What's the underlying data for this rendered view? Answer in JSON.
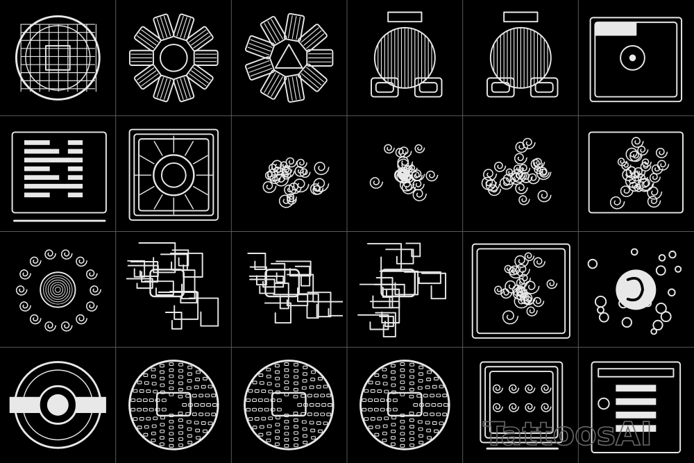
{
  "image": {
    "background": "#000000",
    "line_color": "#e8e8e8",
    "grid_color": "#5a5a5a",
    "rows": 4,
    "cols": 6
  },
  "tiles": [
    {
      "motif": "wheel-grid"
    },
    {
      "motif": "petal-ring"
    },
    {
      "motif": "petal-ring-open"
    },
    {
      "motif": "hatched-orb"
    },
    {
      "motif": "hatched-orb"
    },
    {
      "motif": "panel-frame"
    },
    {
      "motif": "bars-panel"
    },
    {
      "motif": "maze-medallion"
    },
    {
      "motif": "swirl-cloud"
    },
    {
      "motif": "swirl-cloud"
    },
    {
      "motif": "swirl-cloud"
    },
    {
      "motif": "panel-swirl"
    },
    {
      "motif": "ring-dots"
    },
    {
      "motif": "maze-circuit"
    },
    {
      "motif": "maze-circuit"
    },
    {
      "motif": "maze-circuit"
    },
    {
      "motif": "maze-swirl"
    },
    {
      "motif": "scatter-dots"
    },
    {
      "motif": "target-ring"
    },
    {
      "motif": "dotted-disc"
    },
    {
      "motif": "dotted-disc"
    },
    {
      "motif": "dotted-disc"
    },
    {
      "motif": "framed-tablet"
    },
    {
      "motif": "bars-panel-small"
    }
  ],
  "watermark": {
    "text": "TattoosAI",
    "color": "#6a6a6a"
  }
}
